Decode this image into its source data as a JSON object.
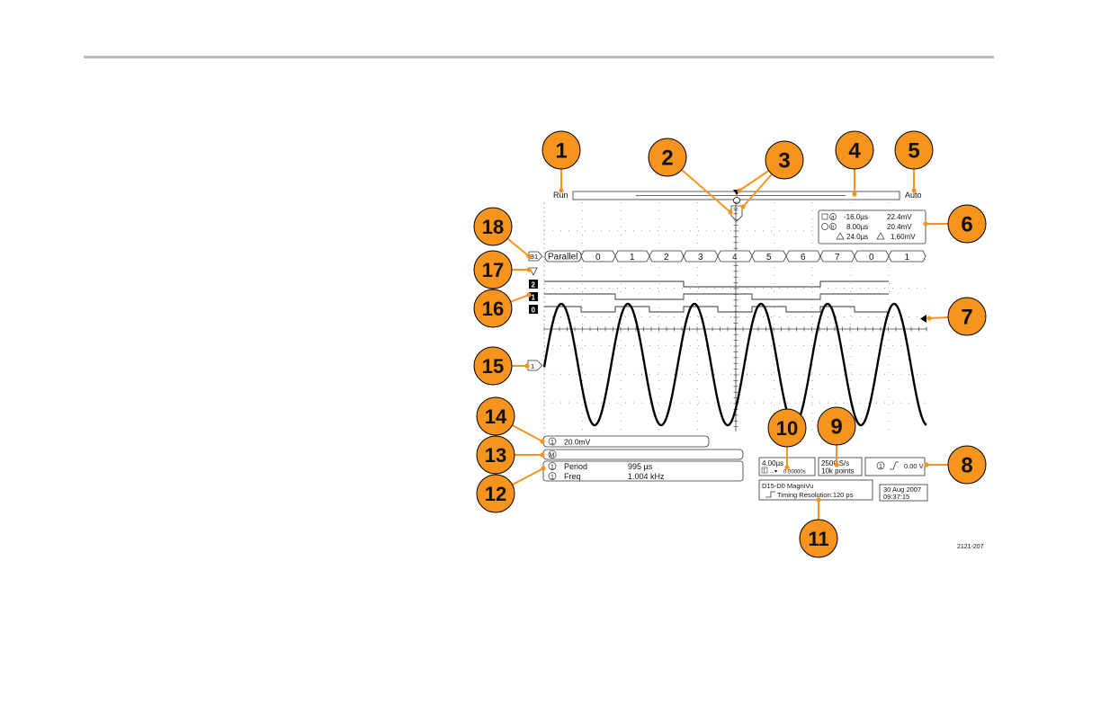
{
  "figure_id": "2121-207",
  "status": {
    "run": "Run",
    "trigger_mode": "Auto"
  },
  "trigger_marker": "T",
  "cursor_readout": {
    "row_a": {
      "time": "-16.0µs",
      "volts": "22.4mV"
    },
    "row_b": {
      "time": "8.00µs",
      "volts": "20.4mV"
    },
    "delta": {
      "time": "24.0µs",
      "volts": "1.60mV"
    }
  },
  "bus": {
    "label": "B1",
    "type": "Parallel",
    "values": [
      "0",
      "1",
      "2",
      "3",
      "4",
      "5",
      "6",
      "7",
      "0",
      "1"
    ]
  },
  "digital_channels": [
    "2",
    "1",
    "0"
  ],
  "channel1_marker": "1",
  "channel1_readout": {
    "channel": "1",
    "scale": "20.0mV"
  },
  "math_label": "M",
  "measurements": [
    {
      "channel": "1",
      "name": "Period",
      "value": "995 µs"
    },
    {
      "channel": "1",
      "name": "Freq",
      "value": "1.004 kHz"
    }
  ],
  "horizontal": {
    "scale": "4.00µs",
    "position": "0.00000s"
  },
  "record": {
    "sample_rate": "250GS/s",
    "points": "10k points"
  },
  "trigger_readout": {
    "channel": "1",
    "level": "0.00 V"
  },
  "magnivu": {
    "channels": "D15-D0 MagniVu",
    "resolution": "Timing Resolution:120 ps"
  },
  "datetime": {
    "date": "30 Aug 2007",
    "time": "09:37:15"
  },
  "callouts": [
    "1",
    "2",
    "3",
    "4",
    "5",
    "6",
    "7",
    "8",
    "9",
    "10",
    "11",
    "12",
    "13",
    "14",
    "15",
    "16",
    "17",
    "18"
  ],
  "colors": {
    "callout_fill": "#F7941D",
    "callout_line": "#F7941D",
    "grid": "#999999",
    "trace": "#000000",
    "rule": "#BBBBBB"
  }
}
